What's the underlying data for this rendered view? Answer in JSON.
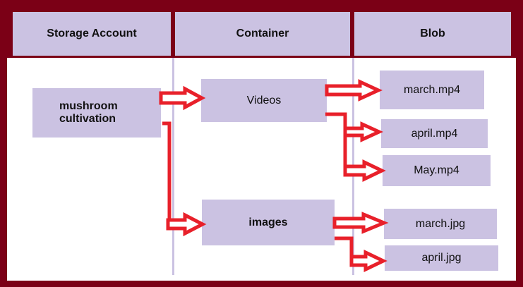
{
  "header": {
    "col1": "Storage Account",
    "col2": "Container",
    "col3": "Blob"
  },
  "storage_account": {
    "label": "mushroom\ncultivation"
  },
  "containers": [
    {
      "label": "Videos"
    },
    {
      "label": "images"
    }
  ],
  "blobs": [
    {
      "label": "march.mp4"
    },
    {
      "label": "april.mp4"
    },
    {
      "label": "May.mp4"
    },
    {
      "label": "march.jpg"
    },
    {
      "label": "april.jpg"
    }
  ],
  "colors": {
    "frame": "#7b0016",
    "box_fill": "#cbc2e2",
    "arrow": "#e8202a"
  }
}
